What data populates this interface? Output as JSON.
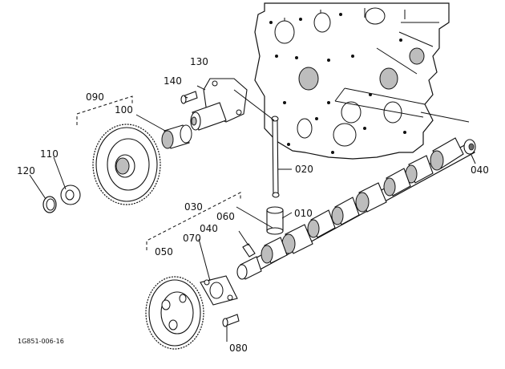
{
  "figure_id": "1G851-006-16",
  "callouts": {
    "c010": "010",
    "c020": "020",
    "c030": "030",
    "c040a": "040",
    "c040b": "040",
    "c050": "050",
    "c060": "060",
    "c070": "070",
    "c080": "080",
    "c090": "090",
    "c100": "100",
    "c110": "110",
    "c120": "120",
    "c130": "130",
    "c140": "140"
  }
}
